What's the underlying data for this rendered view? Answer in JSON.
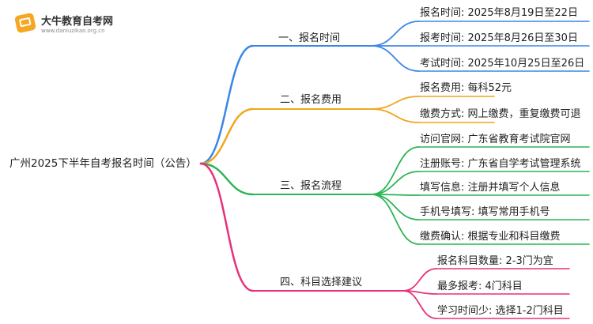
{
  "logo": {
    "title": "大牛教育自考网",
    "url": "www.daniuzikao.org.cn"
  },
  "root": "广州2025下半年自考报名时间（公告）",
  "colors": {
    "branch1": "#3a86e8",
    "branch2": "#f0a61a",
    "branch3": "#2db456",
    "branch4": "#e7317a"
  },
  "branches": [
    {
      "label": "一、报名时间",
      "color": "#3a86e8",
      "leaves": [
        "报名时间: 2025年8月19日至22日",
        "报考时间: 2025年8月26日至30日",
        "考试时间: 2025年10月25日至26日"
      ]
    },
    {
      "label": "二、报名费用",
      "color": "#f0a61a",
      "leaves": [
        "报名费用: 每科52元",
        "缴费方式: 网上缴费，重复缴费可退"
      ]
    },
    {
      "label": "三、报名流程",
      "color": "#2db456",
      "leaves": [
        "访问官网: 广东省教育考试院官网",
        "注册账号: 广东省自学考试管理系统",
        "填写信息: 注册并填写个人信息",
        "手机号填写: 填写常用手机号",
        "缴费确认: 根据专业和科目缴费"
      ]
    },
    {
      "label": "四、科目选择建议",
      "color": "#e7317a",
      "leaves": [
        "报名科目数量: 2-3门为宜",
        "最多报考: 4门科目",
        "学习时间少: 选择1-2门科目"
      ]
    }
  ]
}
